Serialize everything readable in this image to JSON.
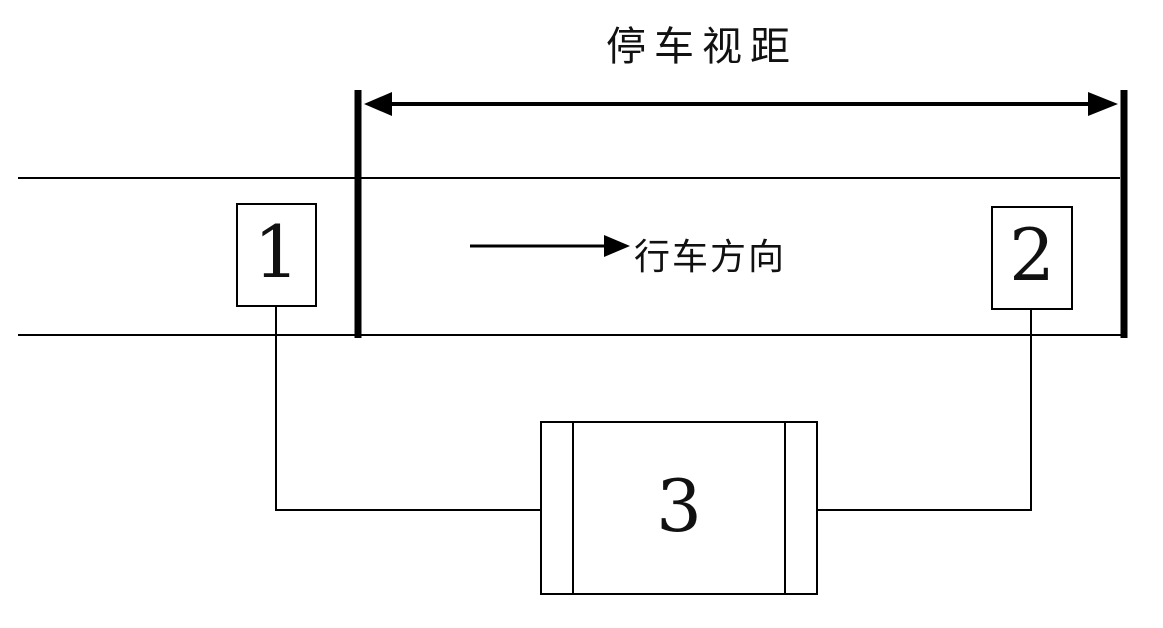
{
  "diagram": {
    "title": "停车视距",
    "direction_label": "行车方向",
    "sensor_1_label": "1",
    "sensor_2_label": "2",
    "controller_label": "3",
    "line_color": "#000000",
    "background_color": "#ffffff"
  }
}
